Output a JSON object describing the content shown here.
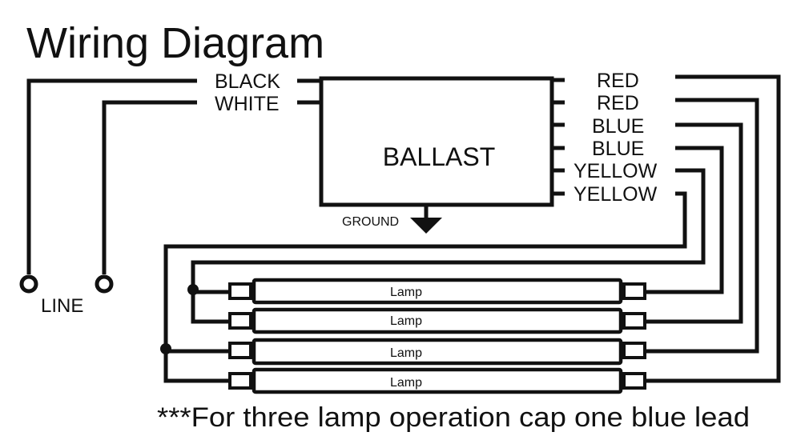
{
  "title": "Wiring Diagram",
  "line_inputs": {
    "black_label": "BLACK",
    "white_label": "WHITE",
    "line_label": "LINE"
  },
  "ballast": {
    "label": "BALLAST",
    "ground_label": "GROUND"
  },
  "outputs": {
    "red_1": "RED",
    "red_2": "RED",
    "blue_1": "BLUE",
    "blue_2": "BLUE",
    "yellow_1": "YELLOW",
    "yellow_2": "YELLOW"
  },
  "lamps": {
    "lamp_1": "Lamp",
    "lamp_2": "Lamp",
    "lamp_3": "Lamp",
    "lamp_4": "Lamp"
  },
  "footnote": "***For three lamp operation cap one blue lead"
}
